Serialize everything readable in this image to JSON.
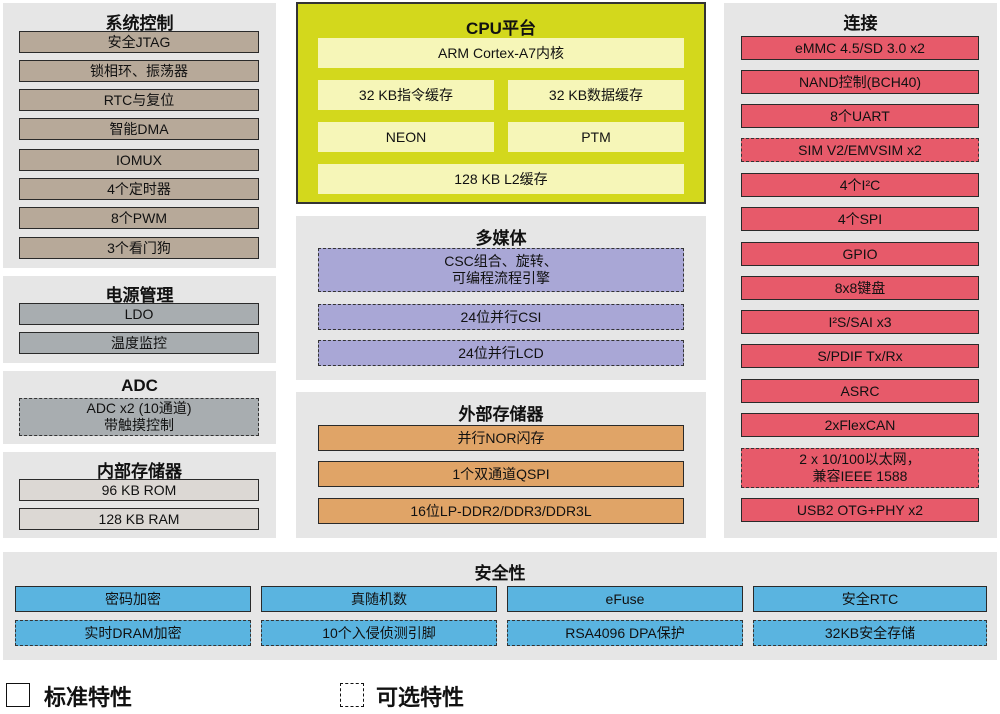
{
  "system_control": {
    "title": "系统控制",
    "items": [
      "安全JTAG",
      "锁相环、振荡器",
      "RTC与复位",
      "智能DMA",
      "IOMUX",
      "4个定时器",
      "8个PWM",
      "3个看门狗"
    ]
  },
  "power": {
    "title": "电源管理",
    "items": [
      "LDO",
      "温度监控"
    ]
  },
  "adc": {
    "title": "ADC",
    "item": "ADC x2 (10通道)\n带触摸控制"
  },
  "internal_memory": {
    "title": "内部存储器",
    "items": [
      "96 KB ROM",
      "128 KB RAM"
    ]
  },
  "cpu": {
    "title": "CPU平台",
    "core": "ARM Cortex-A7内核",
    "icache": "32 KB指令缓存",
    "dcache": "32 KB数据缓存",
    "neon": "NEON",
    "ptm": "PTM",
    "l2": "128 KB L2缓存"
  },
  "multimedia": {
    "title": "多媒体",
    "items": [
      "CSC组合、旋转、\n可编程流程引擎",
      "24位并行CSI",
      "24位并行LCD"
    ]
  },
  "external_memory": {
    "title": "外部存储器",
    "items": [
      "并行NOR闪存",
      "1个双通道QSPI",
      "16位LP-DDR2/DDR3/DDR3L"
    ]
  },
  "connectivity": {
    "title": "连接",
    "items": [
      "eMMC 4.5/SD 3.0 x2",
      "NAND控制(BCH40)",
      "8个UART",
      "SIM V2/EMVSIM x2",
      "4个I²C",
      "4个SPI",
      "GPIO",
      "8x8键盘",
      "I²S/SAI x3",
      "S/PDIF Tx/Rx",
      "ASRC",
      "2xFlexCAN",
      "2 x 10/100以太网，\n兼容IEEE 1588",
      "USB2 OTG+PHY x2"
    ]
  },
  "security": {
    "title": "安全性",
    "row1": [
      "密码加密",
      "真随机数",
      "eFuse",
      "安全RTC"
    ],
    "row2": [
      "实时DRAM加密",
      "10个入侵侦测引脚",
      "RSA4096 DPA保护",
      "32KB安全存储"
    ]
  },
  "legend": {
    "standard": "标准特性",
    "optional": "可选特性"
  },
  "colors": {
    "system": "#b7a999",
    "power": "#a8adb0",
    "memory": "#dcd8d4",
    "cpu_panel": "#d3d81c",
    "cpu_box": "#f6f6b8",
    "multimedia": "#a9a7d6",
    "external_memory": "#e0a467",
    "connectivity": "#e75a6a",
    "security": "#5ab4e0",
    "panel": "#e6e6e6"
  }
}
